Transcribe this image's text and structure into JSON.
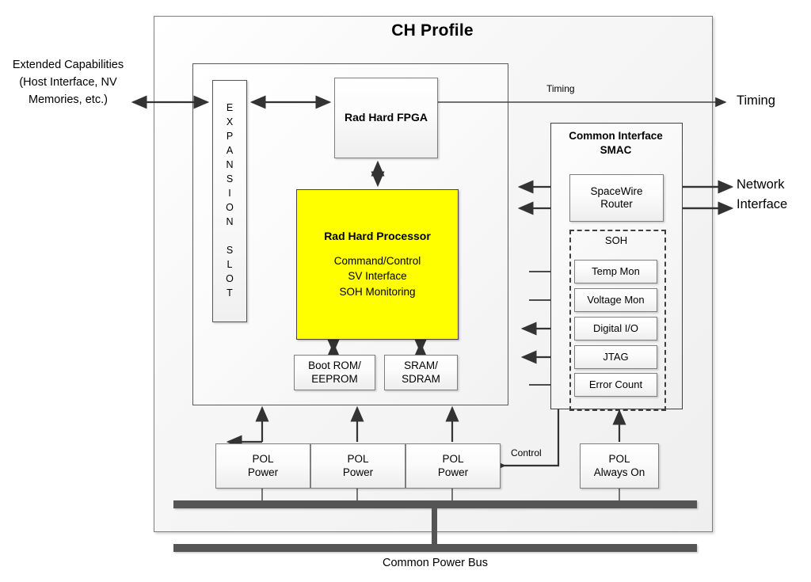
{
  "diagram": {
    "title": "CH Profile",
    "outer_label_left": "Extended Capabilities (Host Interface, NV Memories, etc.)",
    "bus_caption": "Common Power Bus"
  },
  "blocks": {
    "expansion_slot": {
      "name": "EXPANSION SLOT",
      "letters": [
        "E",
        "X",
        "P",
        "A",
        "N",
        "S",
        "I",
        "O",
        "N",
        "",
        "S",
        "L",
        "O",
        "T"
      ]
    },
    "fpga": {
      "label": "Rad Hard FPGA"
    },
    "processor": {
      "title": "Rad Hard Processor",
      "lines": [
        "Command/Control",
        "SV Interface",
        "SOH Monitoring"
      ],
      "color": "#ffff00"
    },
    "boot_rom": {
      "line1": "Boot ROM/",
      "line2": "EEPROM"
    },
    "sram": {
      "line1": "SRAM/",
      "line2": "SDRAM"
    },
    "smac": {
      "title_line1": "Common Interface",
      "title_line2": "SMAC"
    },
    "spacewire": {
      "line1": "SpaceWire",
      "line2": "Router"
    },
    "soh": {
      "title": "SOH",
      "items": [
        {
          "label": "Temp Mon",
          "arrow": "right"
        },
        {
          "label": "Voltage Mon",
          "arrow": "right"
        },
        {
          "label": "Digital I/O",
          "arrow": "both"
        },
        {
          "label": "JTAG",
          "arrow": "both"
        },
        {
          "label": "Error Count",
          "arrow": "right"
        }
      ]
    },
    "power": {
      "pol_1": {
        "line1": "POL",
        "line2": "Power"
      },
      "pol_2": {
        "line1": "POL",
        "line2": "Power"
      },
      "pol_3": {
        "line1": "POL",
        "line2": "Power"
      },
      "pol_always_on": {
        "line1": "POL",
        "line2": "Always On"
      }
    }
  },
  "labels": {
    "timing_internal": "Timing",
    "timing_external": "Timing",
    "network": "Network",
    "interface": "Interface",
    "control": "Control"
  },
  "colors": {
    "processor_fill": "#ffff00",
    "bus_bar": "#555555",
    "panel_border": "#7f7f7f",
    "background": "#ffffff"
  }
}
